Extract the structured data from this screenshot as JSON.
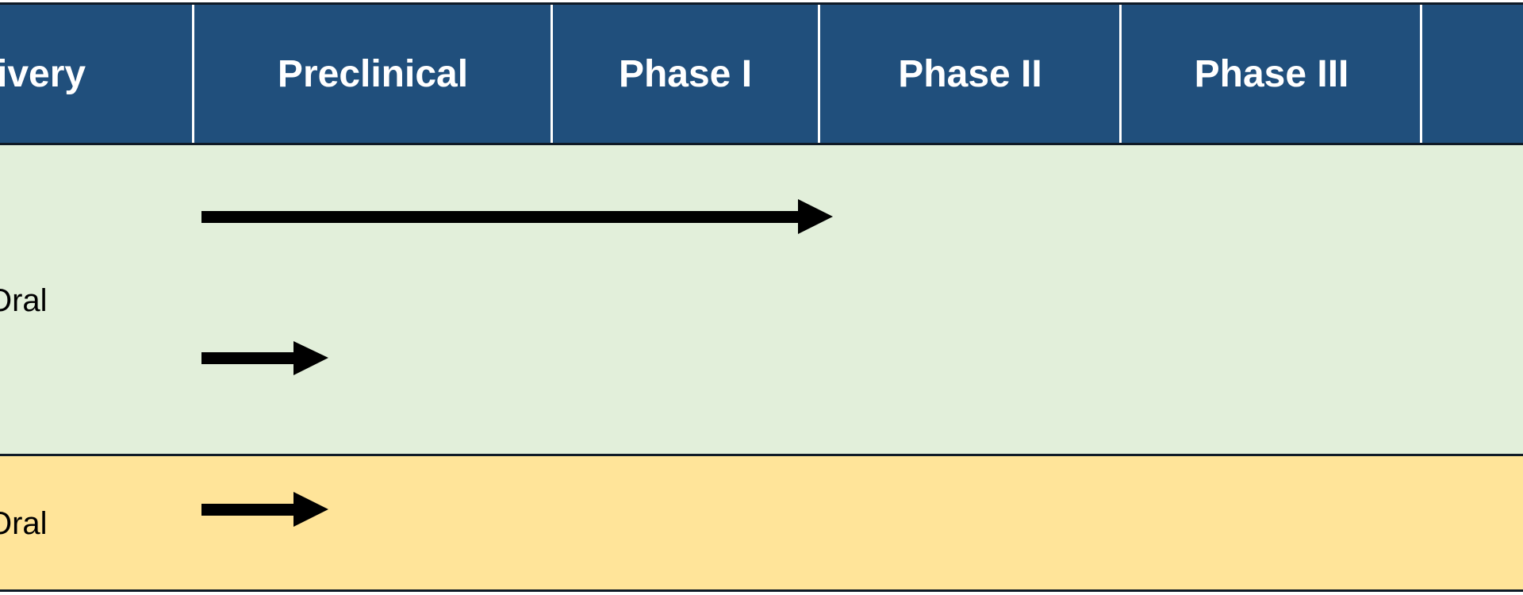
{
  "header": {
    "columns": [
      {
        "label": "ivery"
      },
      {
        "label": "Preclinical"
      },
      {
        "label": "Phase I"
      },
      {
        "label": "Phase II"
      },
      {
        "label": "Phase III"
      },
      {
        "label": ""
      }
    ]
  },
  "rows": [
    {
      "label": "Oral",
      "background": "#e2efda",
      "programs": [
        {
          "progress_end": "Phase I"
        },
        {
          "progress_end": "Preclinical (partial)"
        }
      ]
    },
    {
      "label": "Oral",
      "background": "#ffe499",
      "programs": [
        {
          "progress_end": "Preclinical (partial)"
        }
      ]
    }
  ],
  "colors": {
    "header_bg": "#204f7c",
    "header_text": "#ffffff",
    "arrow": "#000000"
  }
}
